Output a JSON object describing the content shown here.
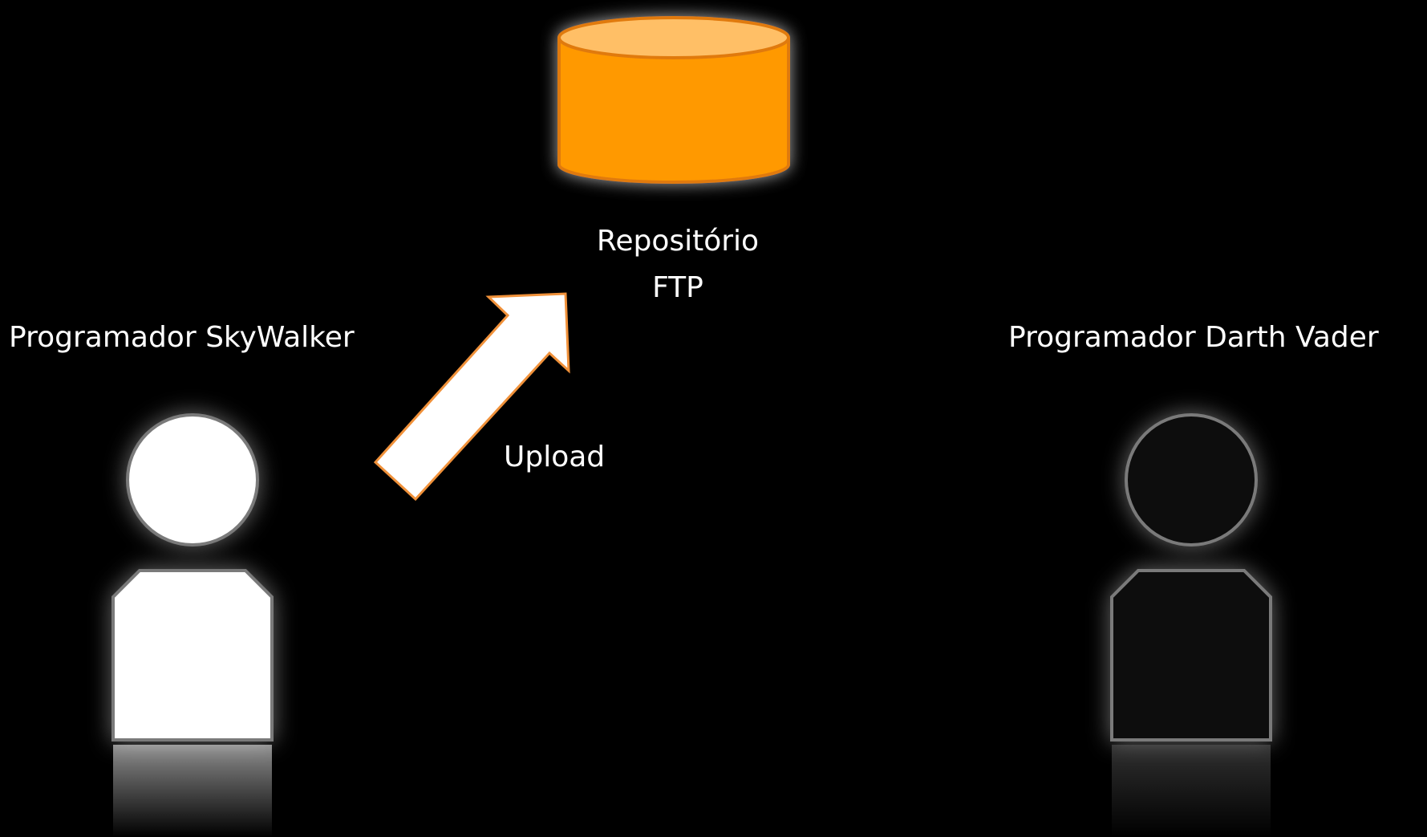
{
  "repository": {
    "label_line1": "Repositório",
    "label_line2": "FTP",
    "fill_color": "#ff9900",
    "top_color": "#ffbf66",
    "stroke_color": "#e07a10",
    "icon": "database-cylinder-icon"
  },
  "programmers": [
    {
      "label": "Programador SkyWalker",
      "body_color": "#ffffff",
      "outline_color": "#7a7a7a",
      "icon": "person-icon"
    },
    {
      "label": "Programador Darth Vader",
      "body_color": "#0d0d0d",
      "outline_color": "#7a7a7a",
      "icon": "person-icon"
    }
  ],
  "arrow": {
    "label": "Upload",
    "fill_color": "#ffffff",
    "stroke_color": "#f0913a",
    "icon": "upload-arrow-icon"
  }
}
